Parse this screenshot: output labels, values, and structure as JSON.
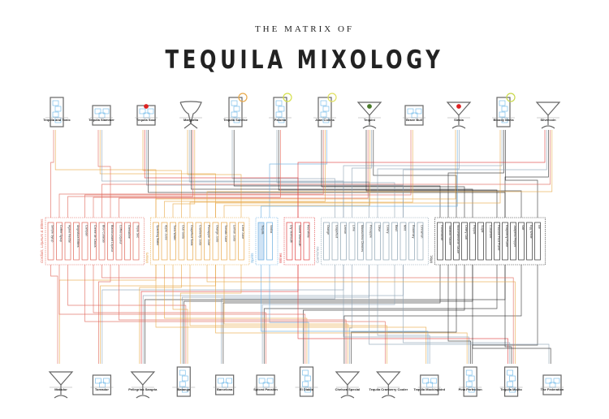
{
  "header": {
    "supertitle": "THE MATRIX OF",
    "title": "TEQUILA MIXOLOGY"
  },
  "top_drinks": [
    {
      "name": "Tequila and Tonic",
      "glass": "highball"
    },
    {
      "name": "Tequila Slammer",
      "glass": "rocks"
    },
    {
      "name": "Tequila Sour",
      "glass": "rocks",
      "garnish": "cherry"
    },
    {
      "name": "Margarita",
      "glass": "margarita"
    },
    {
      "name": "Tequila Sunrise",
      "glass": "highball",
      "garnish": "orange"
    },
    {
      "name": "Paloma",
      "glass": "highball",
      "garnish": "lime"
    },
    {
      "name": "Juan Collins",
      "glass": "highball",
      "garnish": "lemon"
    },
    {
      "name": "Tequini",
      "glass": "martini",
      "garnish": "olive"
    },
    {
      "name": "Brave Bull",
      "glass": "rocks"
    },
    {
      "name": "Siesta",
      "glass": "martini",
      "garnish": "cherry"
    },
    {
      "name": "Bloody Maria",
      "glass": "highball",
      "garnish": "celery"
    },
    {
      "name": "Silvercoin",
      "glass": "martini"
    }
  ],
  "bottom_drinks": [
    {
      "name": "Matador",
      "glass": "martini"
    },
    {
      "name": "Toreador",
      "glass": "rocks"
    },
    {
      "name": "Pellegrino Sangria",
      "glass": "martini"
    },
    {
      "name": "Batanga",
      "glass": "highball"
    },
    {
      "name": "Barcelona",
      "glass": "rocks"
    },
    {
      "name": "Spiced Passion",
      "glass": "rocks"
    },
    {
      "name": "El Diablo",
      "glass": "highball"
    },
    {
      "name": "Chelsea Special",
      "glass": "martini"
    },
    {
      "name": "Tequila Cranberry Cooler",
      "glass": "martini"
    },
    {
      "name": "Tequila Mockingbird",
      "glass": "rocks"
    },
    {
      "name": "Pina Perfection",
      "glass": "highball"
    },
    {
      "name": "Tequila Mojito",
      "glass": "highball"
    },
    {
      "name": "The Federation",
      "glass": "rocks"
    }
  ],
  "categories": [
    {
      "label": "Cordials, Liqueurs & Bitters",
      "color": "#e0675a",
      "items": [
        "Simple Syrup",
        "Coffee Syrup",
        "Agave Nectar",
        "Angostura Bitters",
        "Campari",
        "Creme de Cassis",
        "Blue Curacao",
        "Blackcurrant Liqueur",
        "Coffee Liqueur",
        "Grenadine",
        "Triple Sec"
      ]
    },
    {
      "label": "Mixers",
      "color": "#e8a94a",
      "items": [
        "Sparkling Water",
        "Apple Juice",
        "Tonic Water",
        "Club Soda",
        "Grapefruit Soda",
        "Cranberry Juice",
        "Pineapple Juice",
        "Orange Juice",
        "Tomato Juice",
        "Lemon Juice",
        "Lime Juice"
      ]
    },
    {
      "label": "Spirits",
      "color": "#6aaee0",
      "items": [
        "Tequila",
        "Vodka"
      ]
    },
    {
      "label": "Wines",
      "color": "#e04040",
      "items": [
        "Dry Vermouth",
        "Sweet Vermouth",
        "Red Wine"
      ]
    },
    {
      "label": "Garnishes",
      "color": "#8fa5b5",
      "items": [
        "Orange",
        "Grapefruit",
        "Lemon",
        "Lime",
        "Maraschino Cherries",
        "Pineapple",
        "Olive",
        "Celery",
        "Basil",
        "Mint",
        "Rosemary",
        "Cinnamon"
      ]
    },
    {
      "label": "Misc.",
      "color": "#333333",
      "items": [
        "Horseradish",
        "Tabasco Sauce",
        "Worcestershire Sauce",
        "Celery Salt",
        "Pepper",
        "Sugar",
        "Cucumber",
        "Passion Fruit Puree",
        "Raspberry Puree",
        "Jalapeno Pepper",
        "Salt",
        "Egg White",
        "Ice"
      ]
    }
  ]
}
